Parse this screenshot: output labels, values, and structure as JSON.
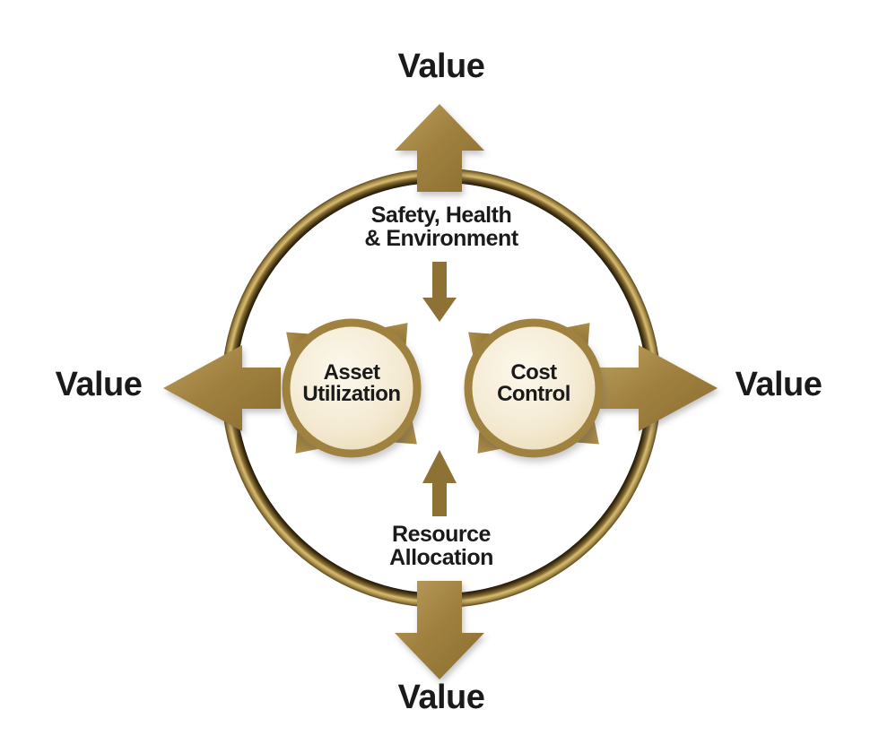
{
  "diagram": {
    "outer_labels": {
      "top": "Value",
      "right": "Value",
      "bottom": "Value",
      "left": "Value"
    },
    "flow_labels": {
      "safety": "Safety, Health\n& Environment",
      "resource": "Resource\nAllocation"
    },
    "nodes": {
      "asset": "Asset\nUtilization",
      "cost": "Cost\nControl"
    },
    "icons": {
      "ring": "outer-ring-icon",
      "arrows_out": [
        "arrow-up-icon",
        "arrow-right-icon",
        "arrow-down-icon",
        "arrow-left-icon"
      ],
      "arrows_in": [
        "small-arrow-down-icon",
        "small-arrow-up-icon"
      ],
      "node_spikes": "rotation-spikes-icon"
    },
    "colors": {
      "gold": "#a0813f",
      "gold_light": "#b79a5a",
      "gold_dark": "#8e7233",
      "ring_highlight": "#d7bd74",
      "ring_shadow": "#1c1404",
      "node_fill_center": "#fbf7ea",
      "node_fill_edge": "#ead9b0",
      "node_border": "#a08240",
      "text": "#1a1a1a",
      "background": "#ffffff"
    }
  }
}
